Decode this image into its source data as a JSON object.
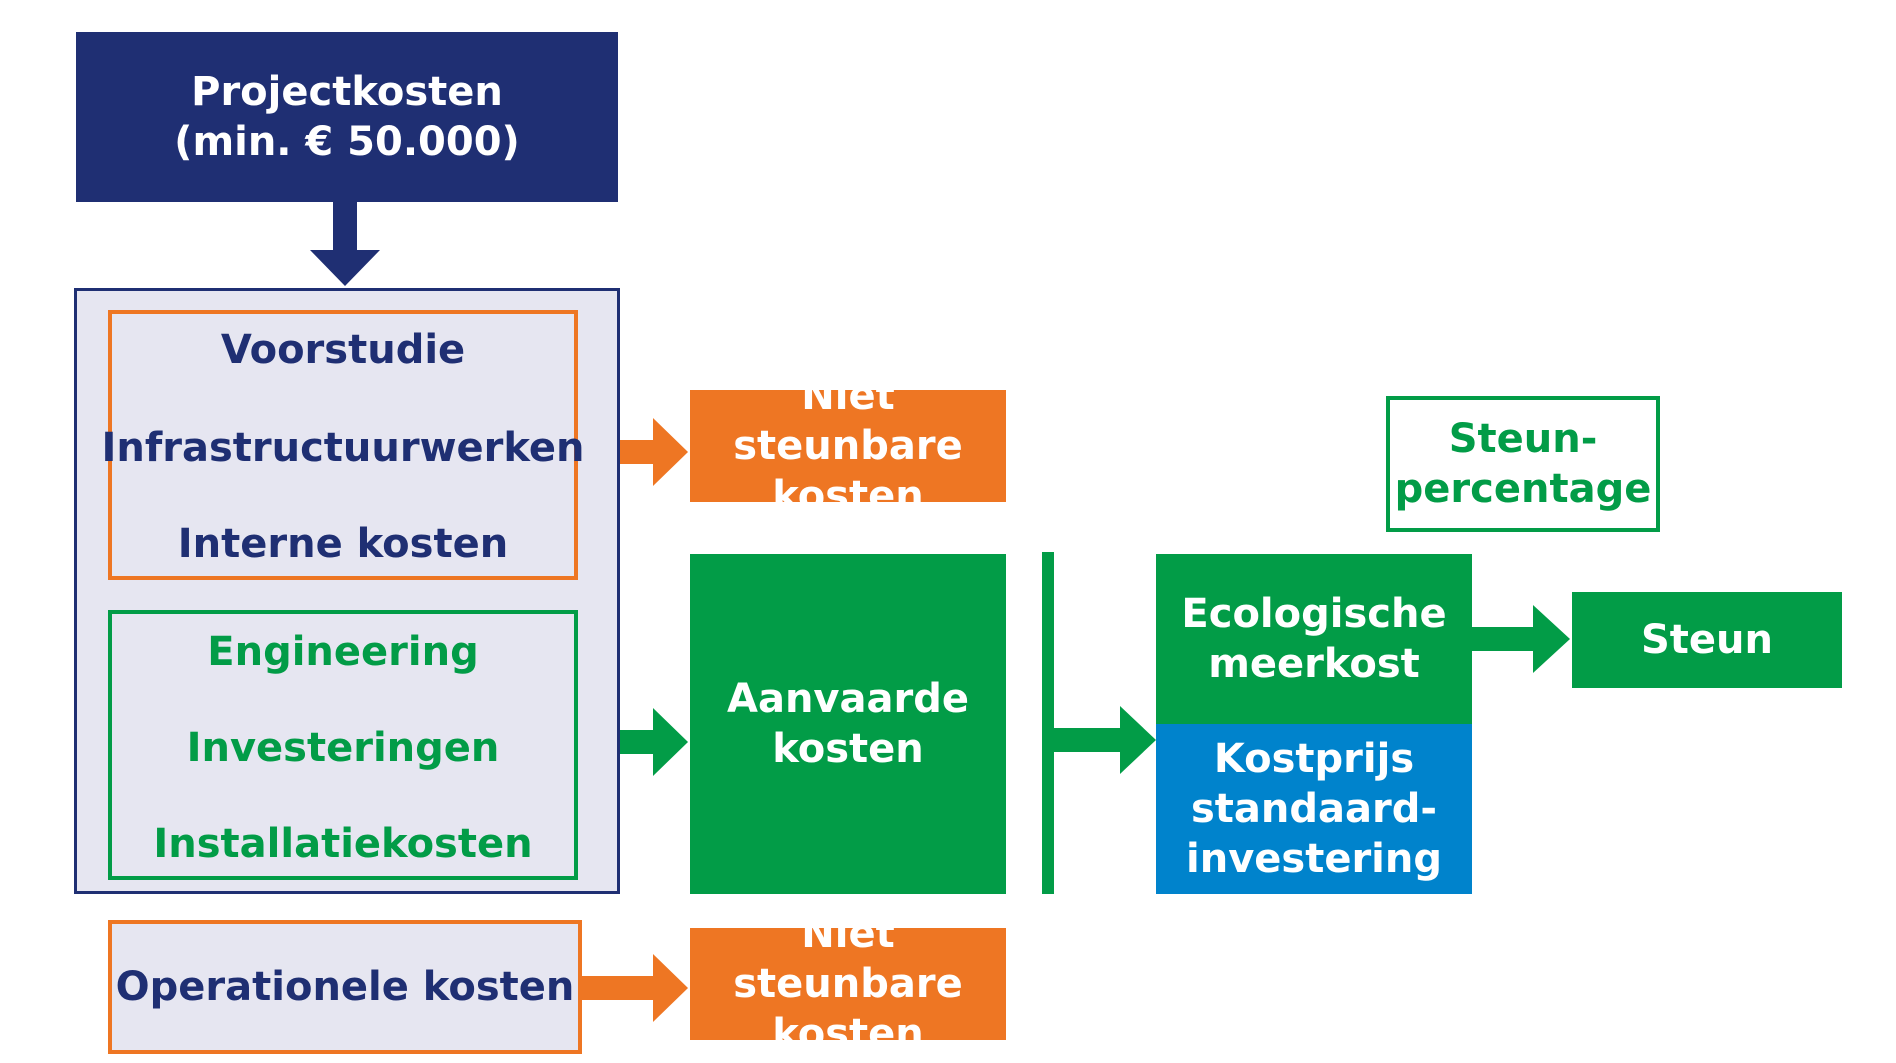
{
  "colors": {
    "navy": "#1f2f73",
    "orange": "#ee7623",
    "green": "#029c47",
    "blue": "#0083cc",
    "panel": "#e6e6f1"
  },
  "projectkosten": {
    "line1": "Projectkosten",
    "line2": "(min. € 50.000)"
  },
  "orange_group": {
    "items": [
      "Voorstudie",
      "Infrastructuurwerken",
      "Interne kosten"
    ]
  },
  "green_group": {
    "items": [
      "Engineering",
      "Investeringen",
      "Installatiekosten"
    ]
  },
  "operationele": {
    "label": "Operationele kosten"
  },
  "niet_steunbare_top": {
    "line1": "Niet steunbare",
    "line2": "kosten"
  },
  "niet_steunbare_bottom": {
    "line1": "Niet steunbare",
    "line2": "kosten"
  },
  "aanvaarde": {
    "line1": "Aanvaarde",
    "line2": "kosten"
  },
  "steunpercentage": {
    "line1": "Steun-",
    "line2": "percentage"
  },
  "ecologische": {
    "line1": "Ecologische",
    "line2": "meerkost"
  },
  "kostprijs": {
    "line1": "Kostprijs",
    "line2": "standaard-",
    "line3": "investering"
  },
  "steun": {
    "label": "Steun"
  }
}
